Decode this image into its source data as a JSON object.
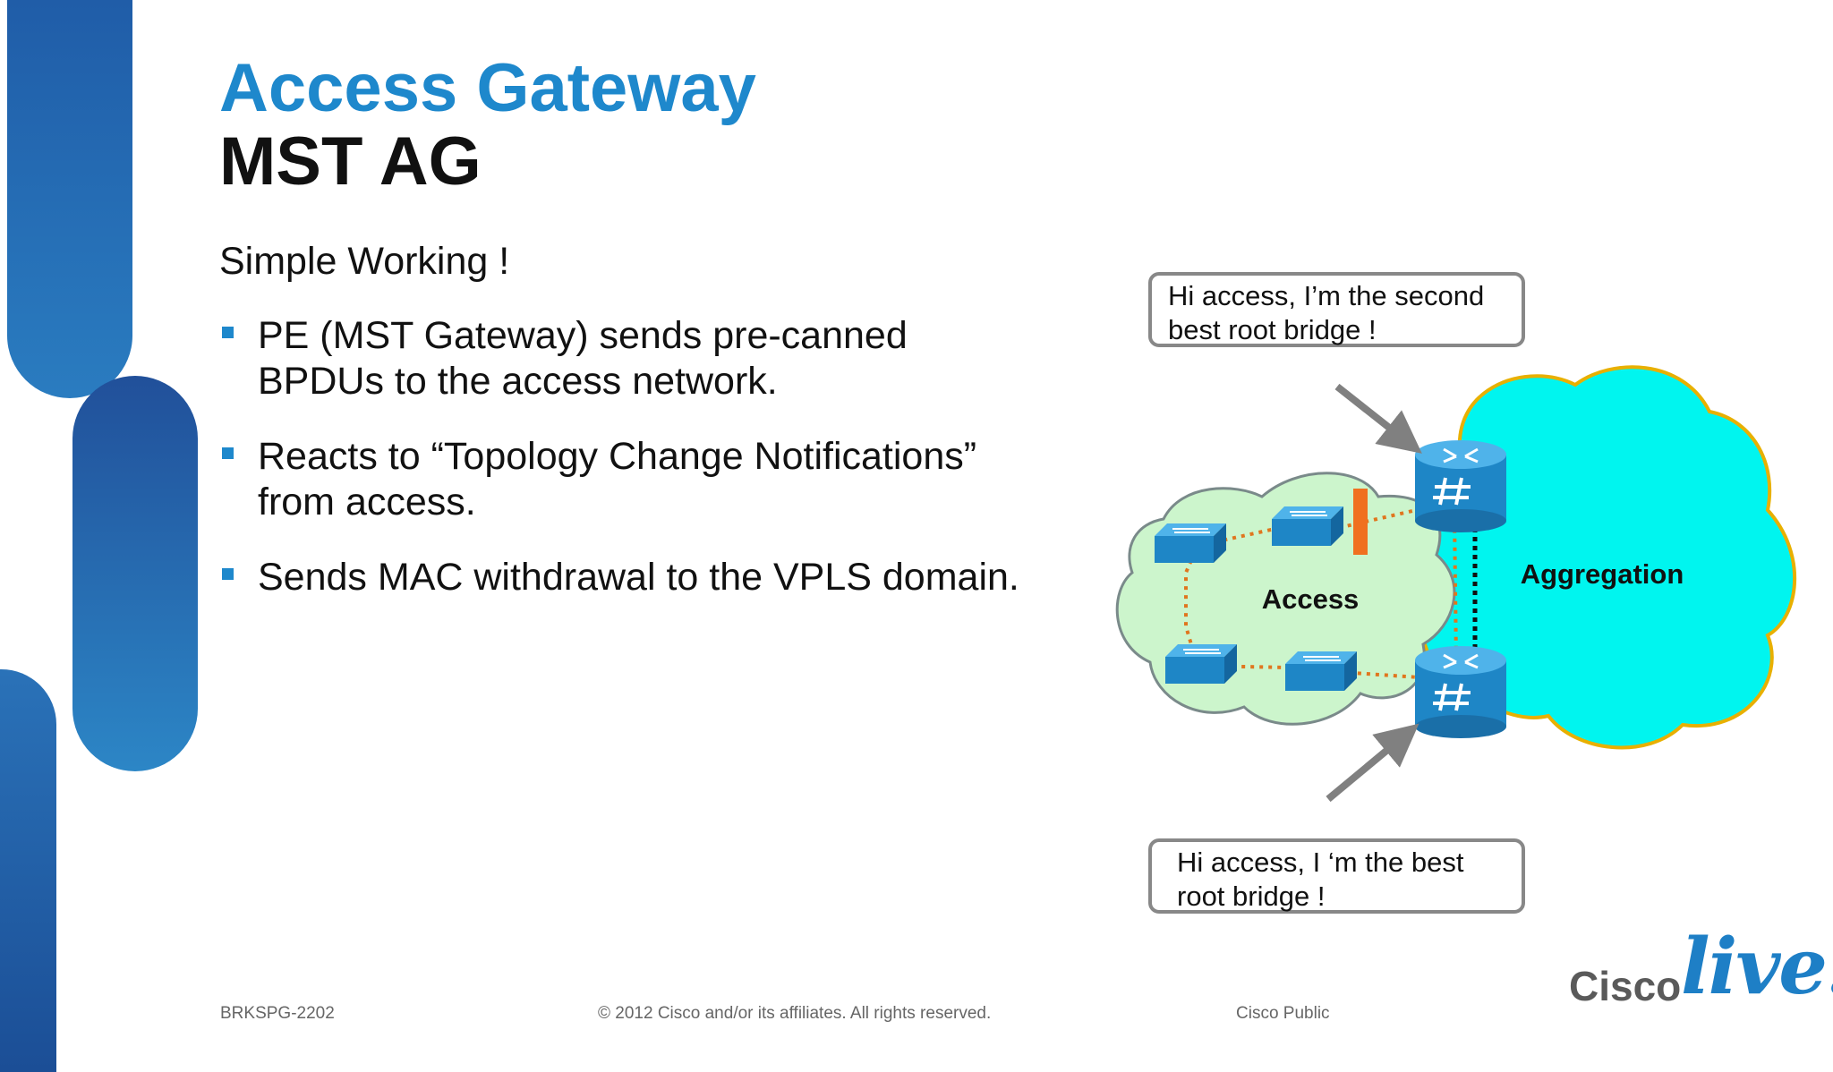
{
  "slide": {
    "title": "Access Gateway",
    "subtitle": "MST AG",
    "intro": "Simple Working !",
    "bullets": [
      "PE (MST Gateway) sends pre-canned BPDUs to the access network.",
      "Reacts to “Topology Change Notifications” from access.",
      "Sends MAC withdrawal to the VPLS domain."
    ]
  },
  "diagram": {
    "access_label": "Access",
    "aggregation_label": "Aggregation",
    "callout_top": "Hi access,  I’m the second best root bridge !",
    "callout_bottom": "Hi access,  I ‘m the best root bridge !",
    "colors": {
      "access_cloud": "#ccf5cc",
      "aggregation_cloud": "#00f5ef",
      "aggregation_outline": "#e8b000",
      "device_blue": "#1e86c6",
      "ring_dots": "#e0761e",
      "blocked_port": "#f07020",
      "arrow": "#808080"
    },
    "icons": [
      "switch-icon",
      "router-icon",
      "arrow-icon",
      "blocked-port-marker"
    ]
  },
  "footer": {
    "code": "BRKSPG-2202",
    "copyright": "© 2012 Cisco and/or its affiliates. All rights reserved.",
    "classification": "Cisco Public"
  },
  "logo": {
    "cisco": "Cisco",
    "live": "live!"
  }
}
